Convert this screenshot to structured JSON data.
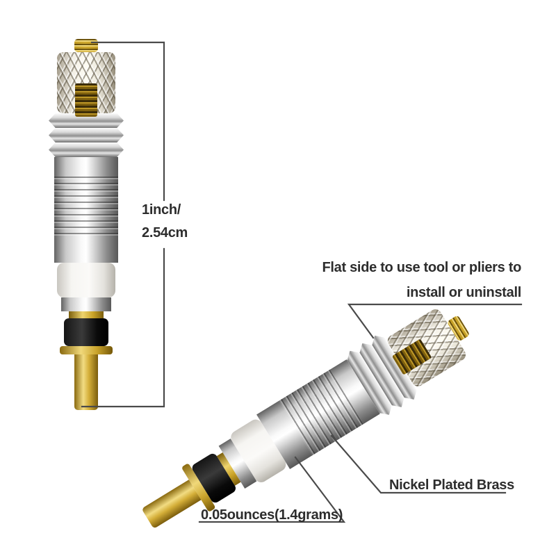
{
  "labels": {
    "dimension_line1": "1inch/",
    "dimension_line2": "2.54cm",
    "flat_side_line1": "Flat side to use tool or pliers to",
    "flat_side_line2": "install or uninstall",
    "material": "Nickel Plated Brass",
    "weight": "0.05ounces(1.4grams)"
  },
  "colors": {
    "background": "#ffffff",
    "text": "#2d2d2d",
    "line": "#4a4a4a",
    "gold": "#c9a227",
    "washer": "#fbfaf8",
    "seal_black": "#151515"
  }
}
